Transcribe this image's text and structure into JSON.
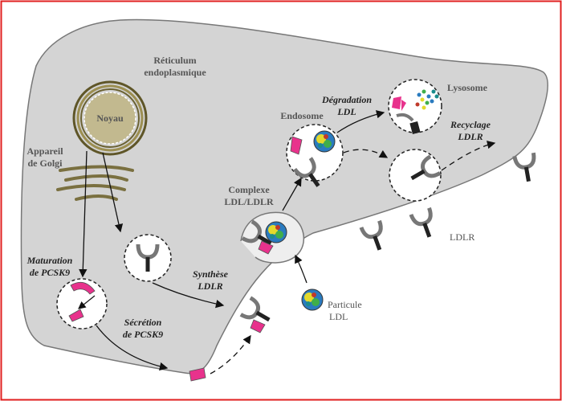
{
  "labels": {
    "reticulum_line1": "Réticulum",
    "reticulum_line2": "endoplasmique",
    "noyau": "Noyau",
    "golgi_line1": "Appareil",
    "golgi_line2": "de Golgi",
    "maturation_line1": "Maturation",
    "maturation_line2": "de PCSK9",
    "secretion_line1": "Sécrétion",
    "secretion_line2": "de PCSK9",
    "synthese_line1": "Synthèse",
    "synthese_line2": "LDLR",
    "complexe_line1": "Complexe",
    "complexe_line2": "LDL/LDLR",
    "endosome": "Endosome",
    "degradation_line1": "Dégradation",
    "degradation_line2": "LDL",
    "lysosome": "Lysosome",
    "recyclage_line1": "Recyclage",
    "recyclage_line2": "LDLR",
    "particule_line1": "Particule",
    "particule_line2": "LDL",
    "ldlr": "LDLR"
  },
  "colors": {
    "frame": "#e02020",
    "cell_fill": "#d4d4d4",
    "pcsk9": "#e8328c",
    "nucleus_ring": "#7a7040",
    "receptor": "#777777",
    "receptor_stem": "#222222"
  }
}
